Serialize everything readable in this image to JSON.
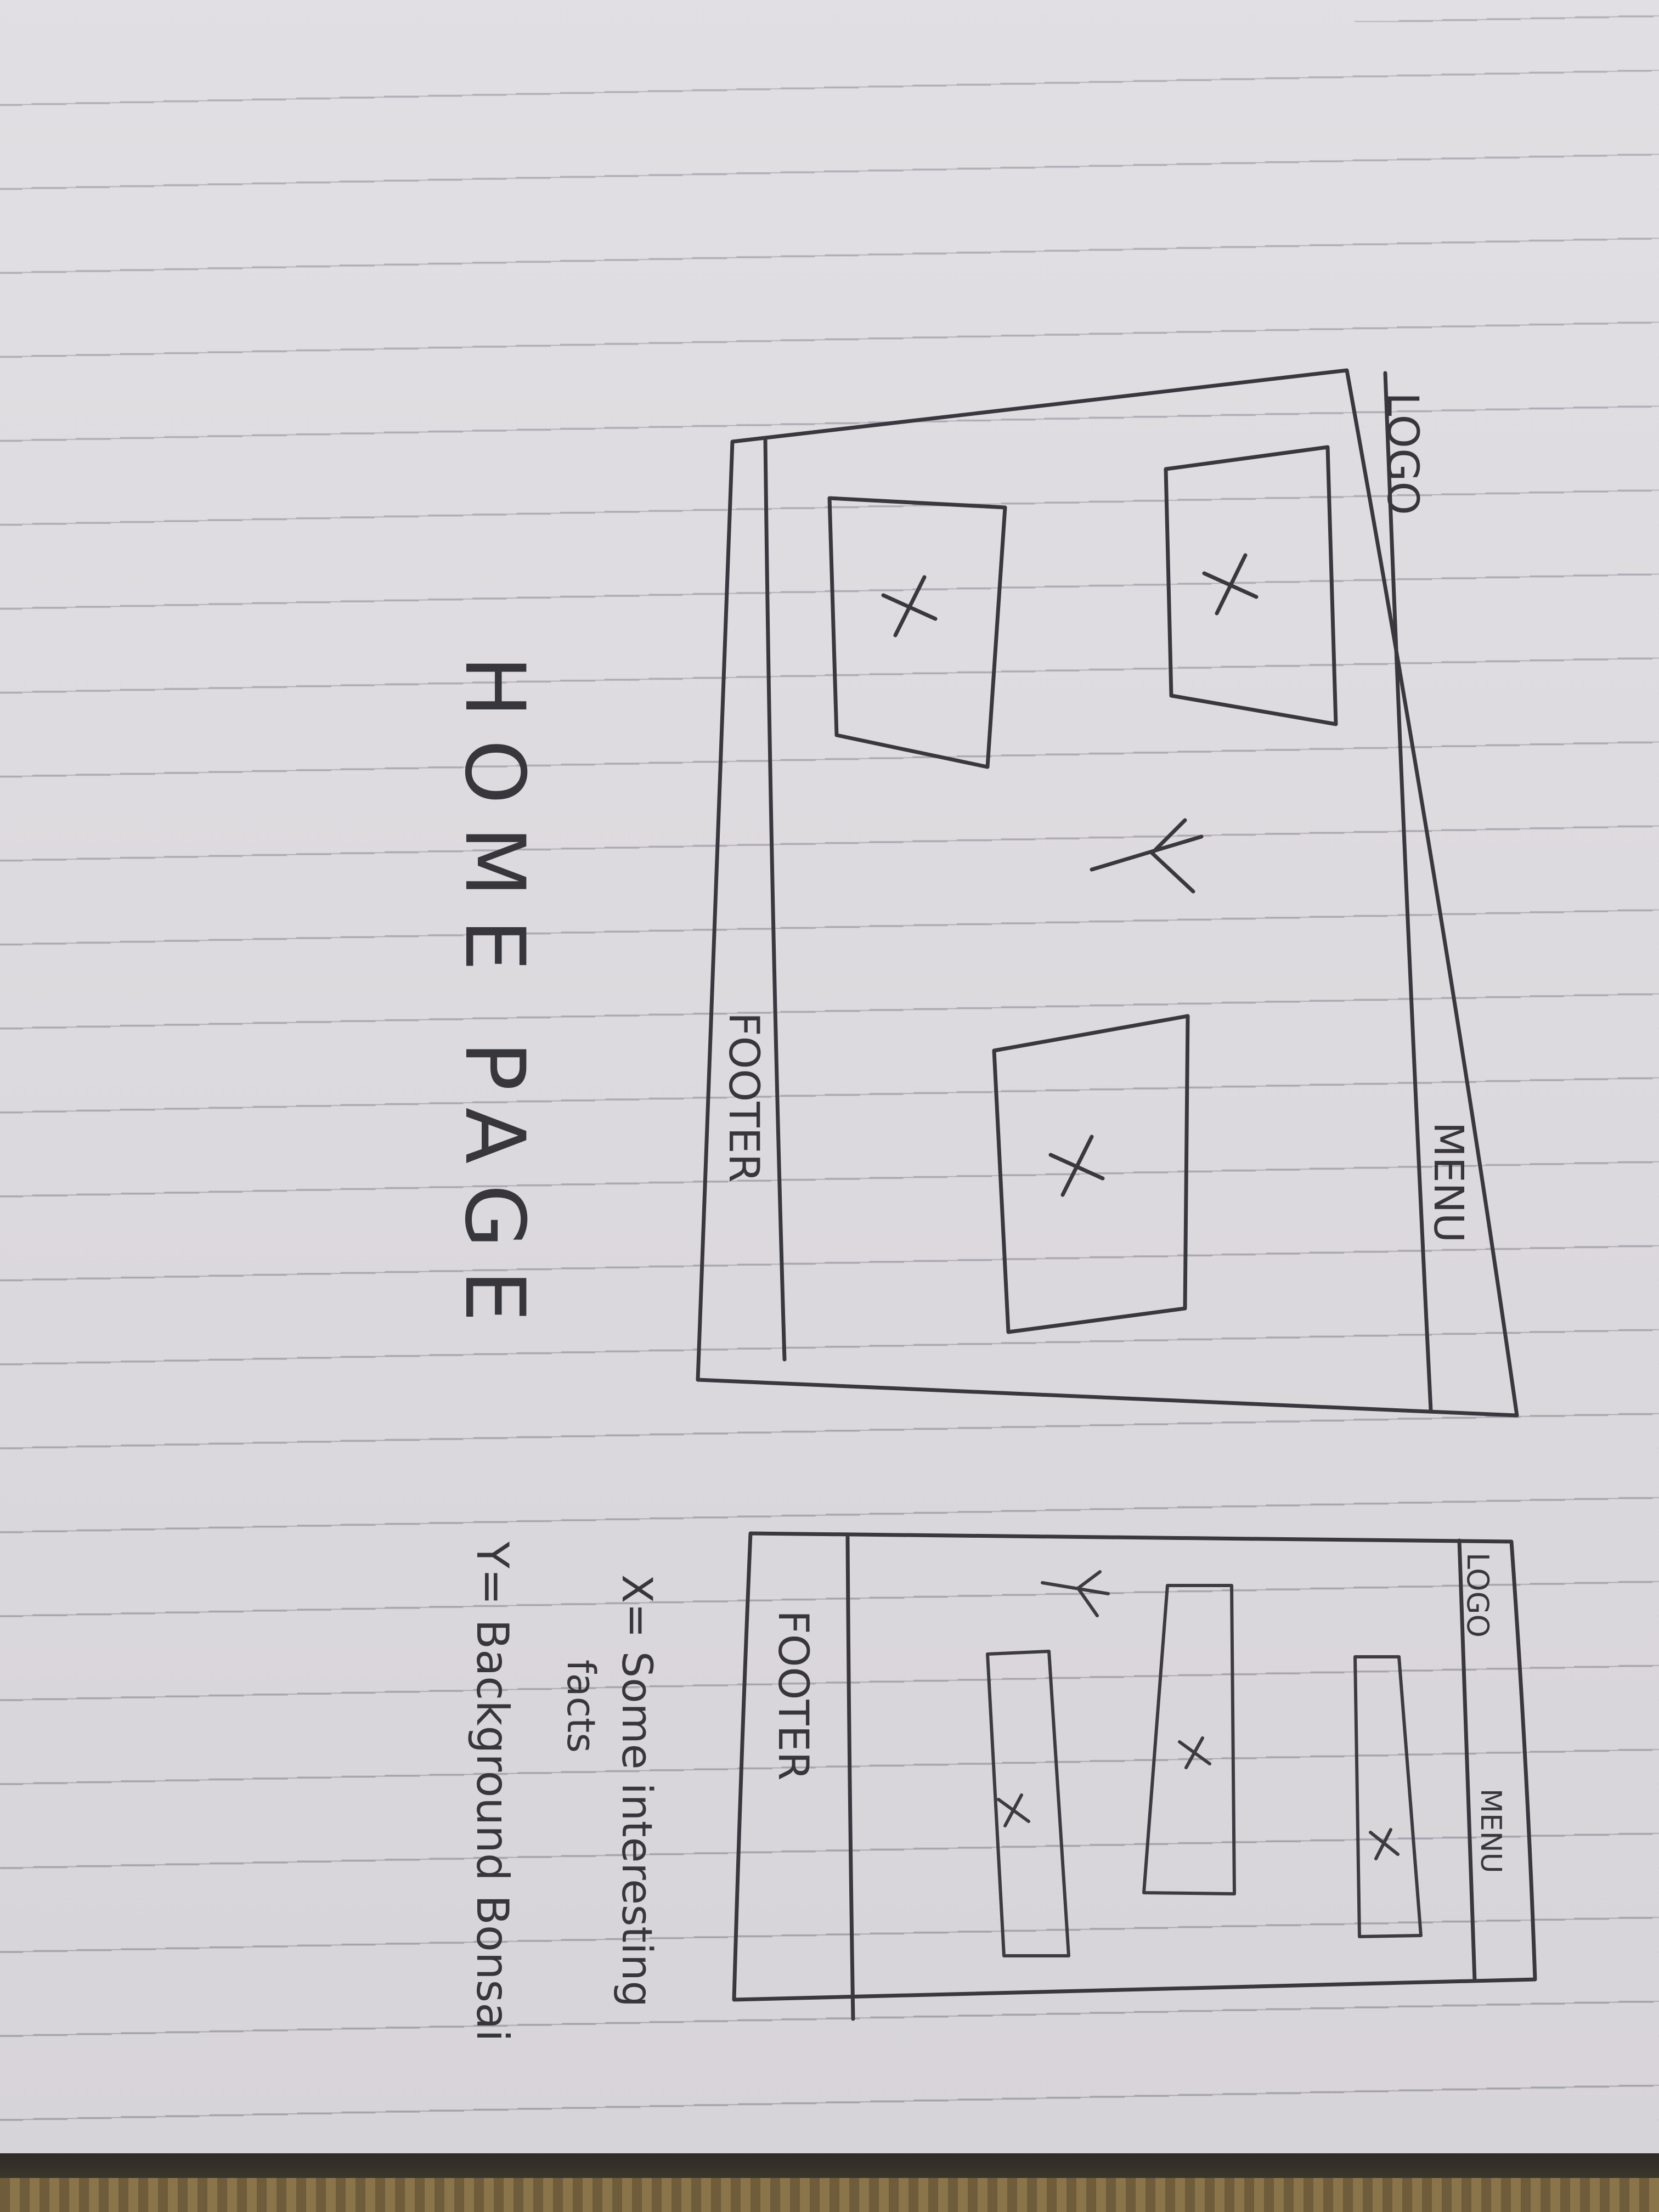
{
  "desktop_sketch": {
    "logo_label": "LOGO",
    "menu_label": "MENU",
    "footer_label": "FOOTER",
    "content_marker": "X",
    "background_marker": "Y"
  },
  "mobile_sketch": {
    "logo_label": "LOGO",
    "menu_label": "MENU",
    "footer_label": "FOOTER",
    "content_marker": "X",
    "background_marker": "Y"
  },
  "page_title": "HOME PAGE",
  "legend": {
    "x_line_1": "X= Some interesting",
    "x_line_2": "facts",
    "y_line": "Y= Background Bonsai"
  },
  "colors": {
    "ink": "#3a383f",
    "paper": "#dedbe0",
    "rule_line": "#a6a4ad"
  }
}
